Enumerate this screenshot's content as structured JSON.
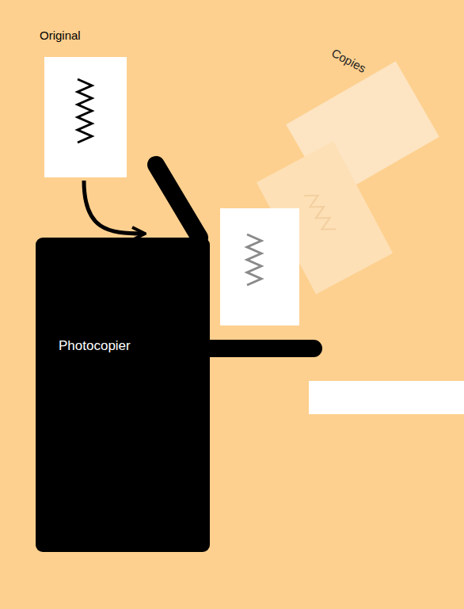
{
  "diagram": {
    "nodes": [
      {
        "text": [
          "Original"
        ]
      },
      {
        "text": [
          "Photocopier"
        ]
      }
    ],
    "edges": [
      {
        "from": 0,
        "to": 1,
        "arrow": "to"
      }
    ],
    "labels": [
      "Copies"
    ]
  }
}
